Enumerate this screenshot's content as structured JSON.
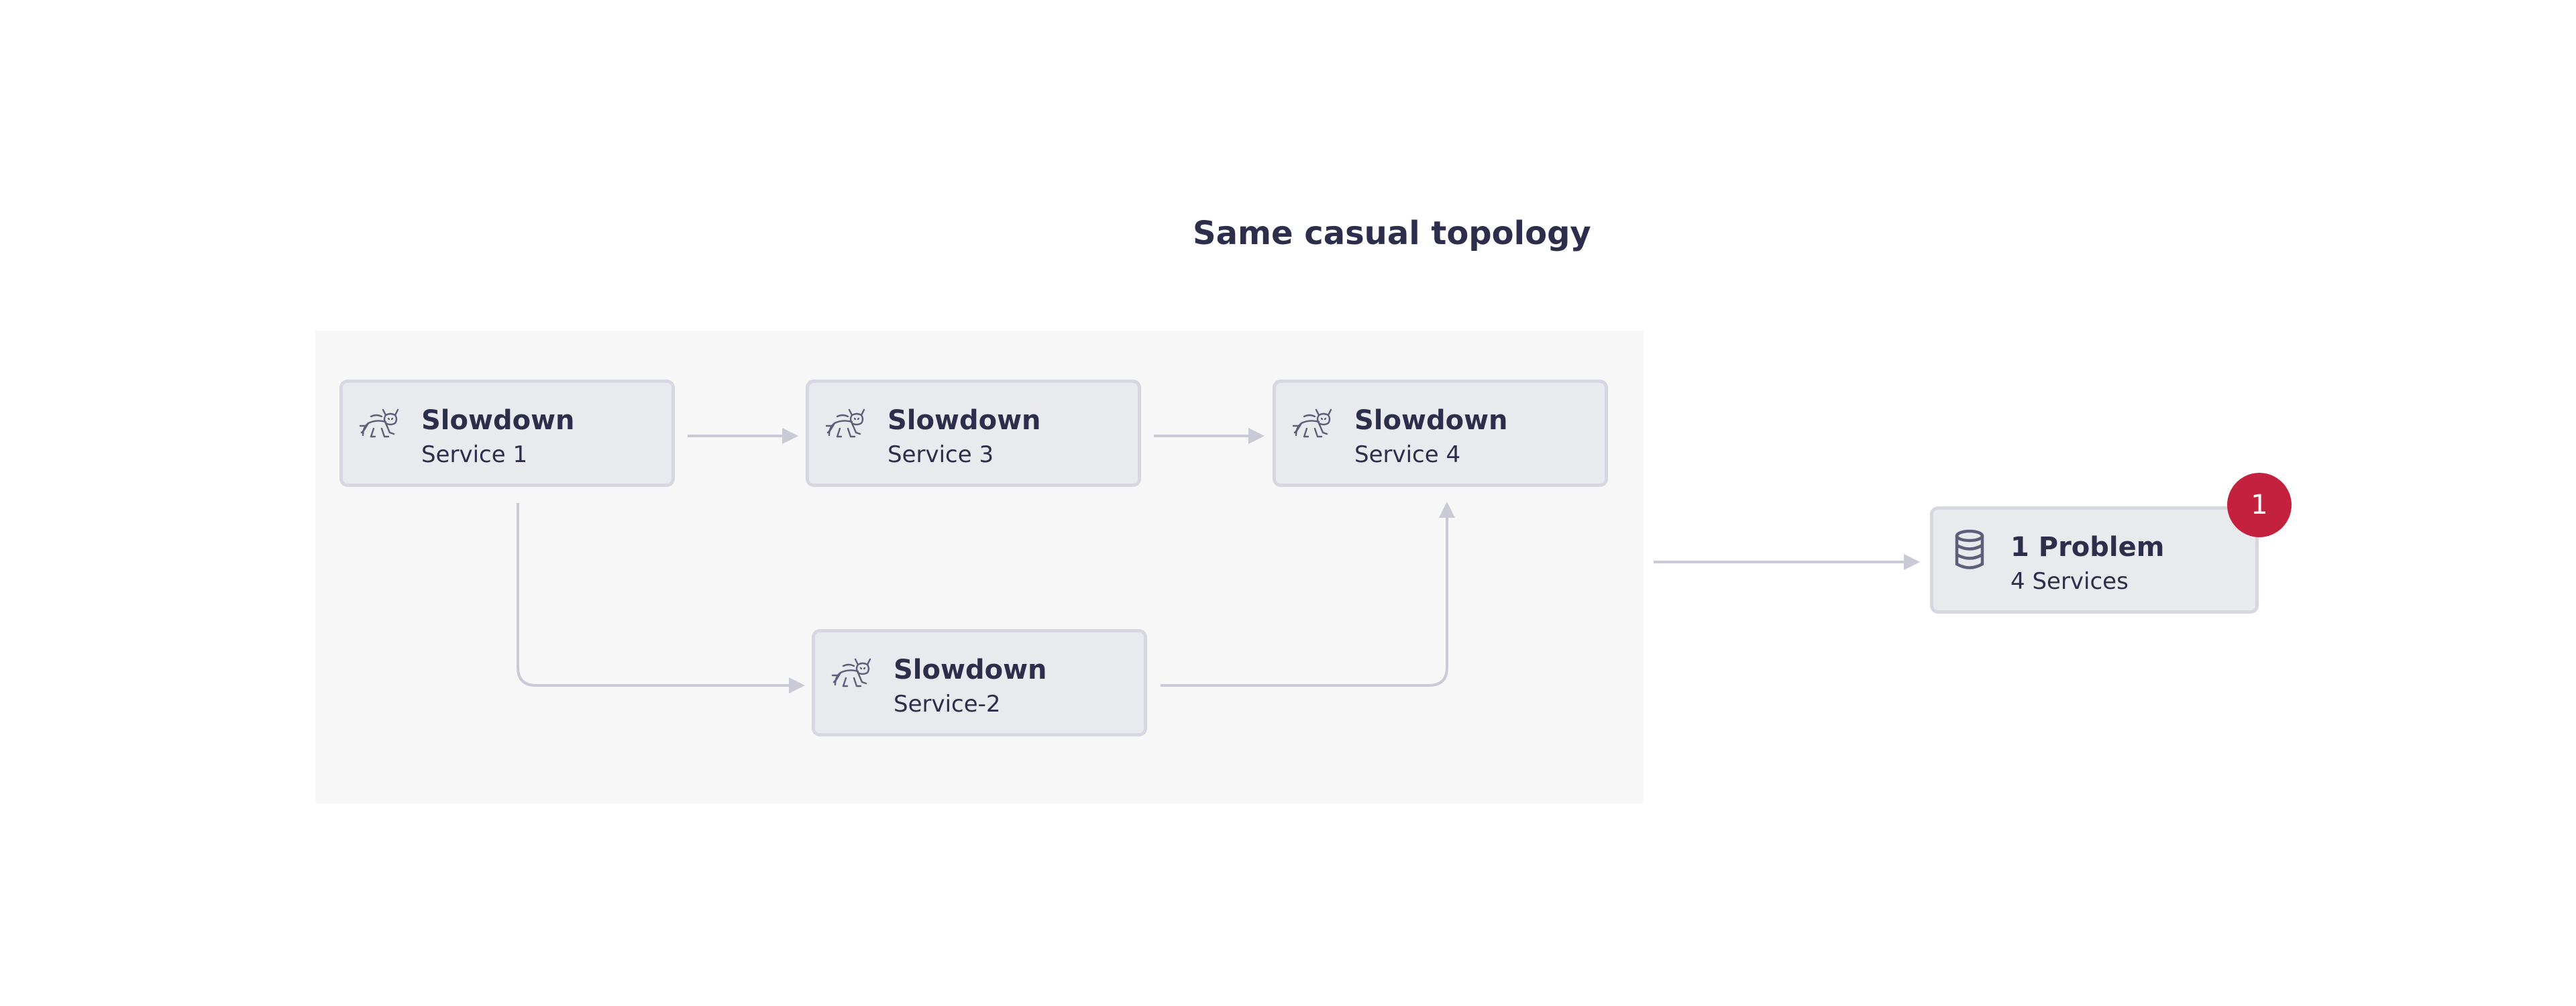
{
  "diagram": {
    "title": "Same casual topology",
    "nodes": [
      {
        "id": "service-1",
        "title": "Slowdown",
        "subtitle": "Service 1",
        "icon": "tomcat-icon"
      },
      {
        "id": "service-3",
        "title": "Slowdown",
        "subtitle": "Service 3",
        "icon": "tomcat-icon"
      },
      {
        "id": "service-4",
        "title": "Slowdown",
        "subtitle": "Service 4",
        "icon": "tomcat-icon"
      },
      {
        "id": "service-2",
        "title": "Slowdown",
        "subtitle": "Service-2",
        "icon": "tomcat-icon"
      }
    ],
    "edges": [
      {
        "from": "service-1",
        "to": "service-3"
      },
      {
        "from": "service-3",
        "to": "service-4"
      },
      {
        "from": "service-1",
        "to": "service-2"
      },
      {
        "from": "service-2",
        "to": "service-4"
      },
      {
        "from": "group",
        "to": "problem"
      }
    ],
    "problem": {
      "title": "1 Problem",
      "subtitle": "4 Services",
      "icon": "database-icon",
      "badge": "1"
    },
    "colors": {
      "text": "#2c2e4b",
      "node_fill": "#e9eaee",
      "node_border": "#d6d7e0",
      "edge": "#c9cad6",
      "group_background": "#f7f7f8",
      "badge": "#c4213f"
    }
  }
}
